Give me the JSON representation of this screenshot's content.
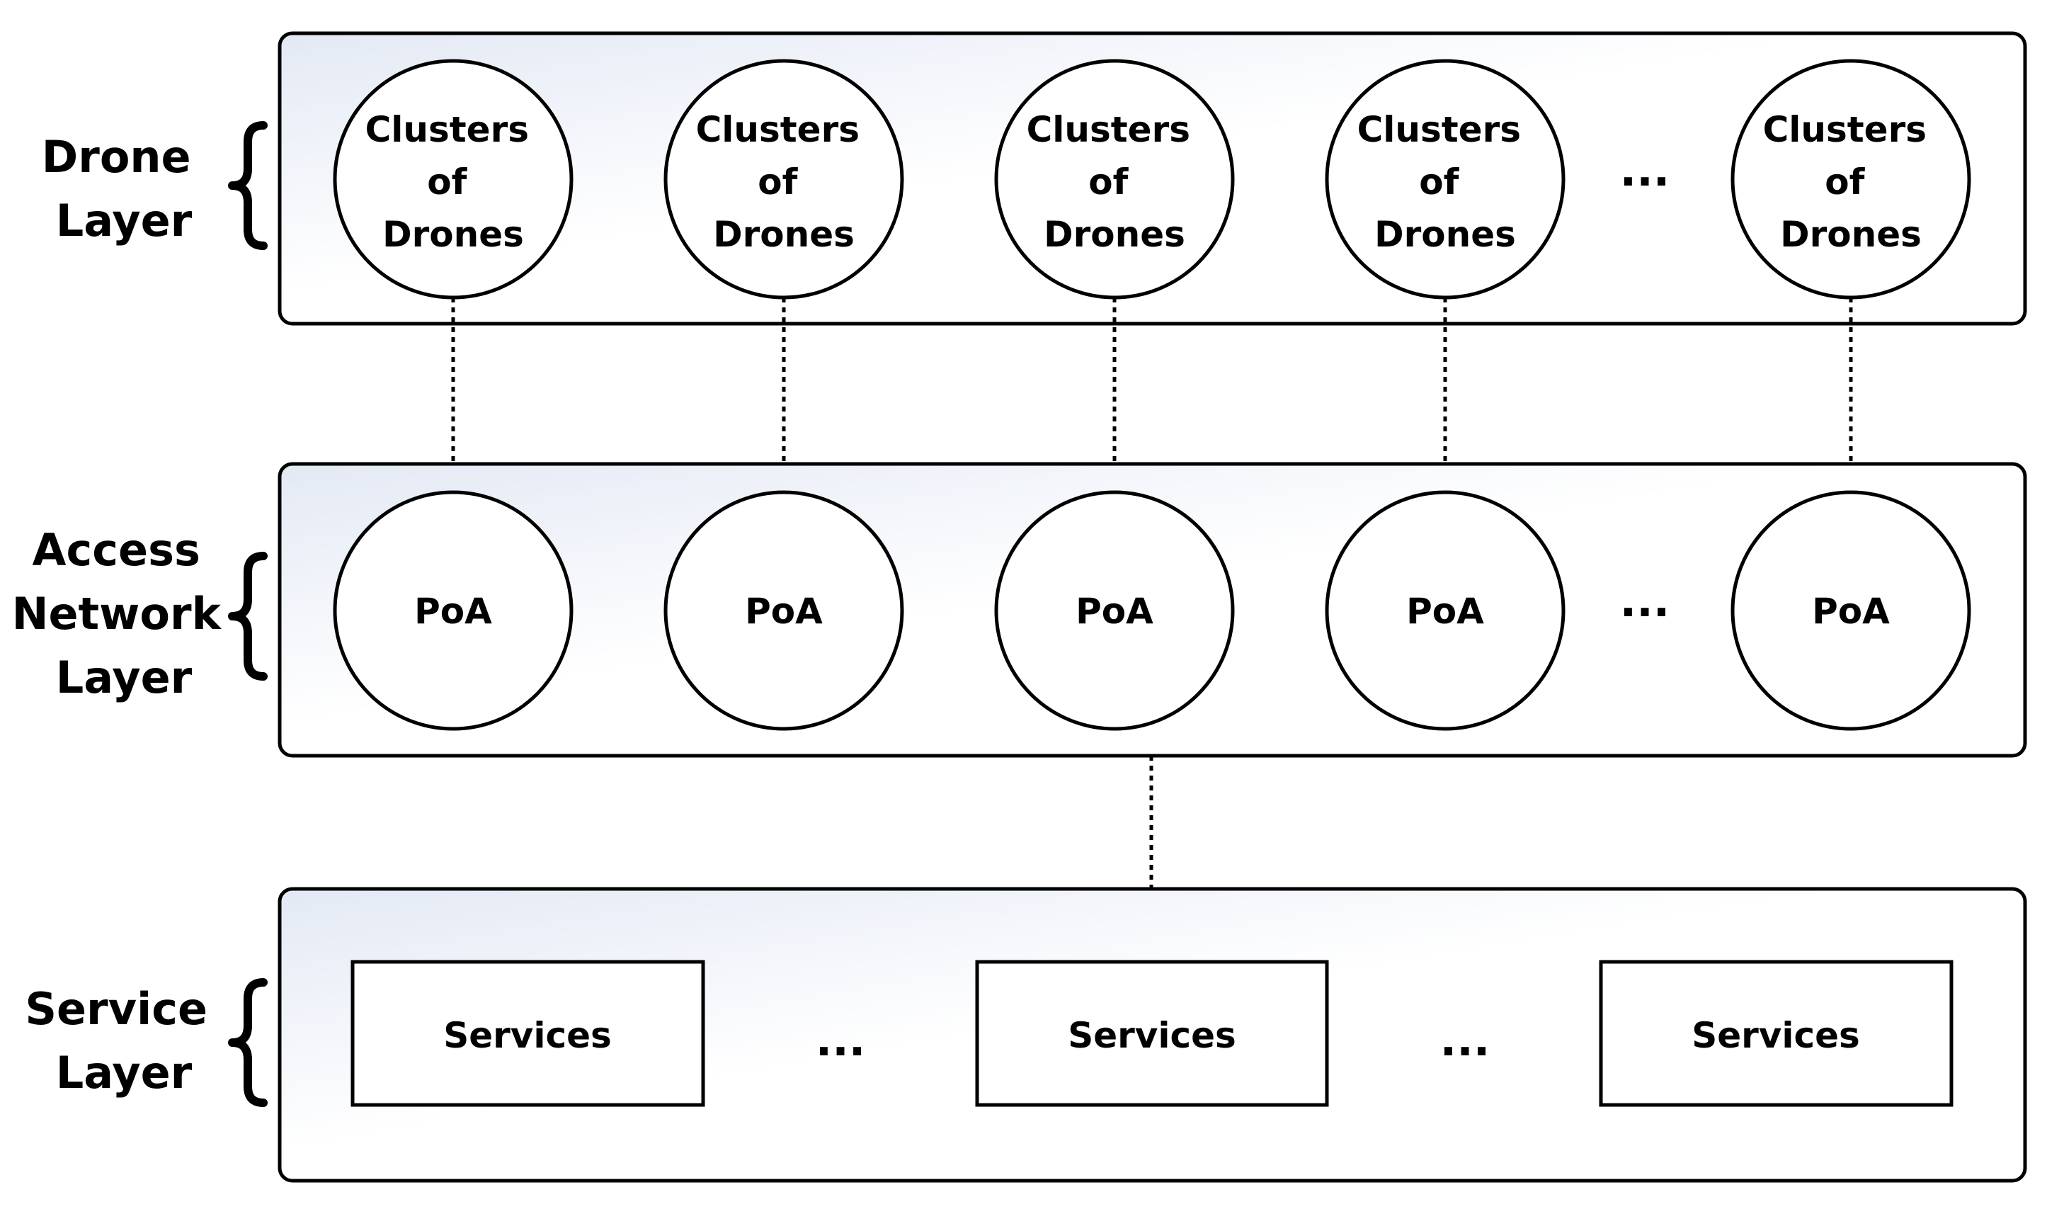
{
  "drone_layer": {
    "label_lines": [
      "Drone",
      "Layer"
    ],
    "clusters": [
      {
        "lines": [
          "Clusters",
          "of",
          "Drones"
        ]
      },
      {
        "lines": [
          "Clusters",
          "of",
          "Drones"
        ]
      },
      {
        "lines": [
          "Clusters",
          "of",
          "Drones"
        ]
      },
      {
        "lines": [
          "Clusters",
          "of",
          "Drones"
        ]
      },
      {
        "lines": [
          "Clusters",
          "of",
          "Drones"
        ]
      }
    ],
    "ellipsis": "..."
  },
  "access_layer": {
    "label_lines": [
      "Access",
      "Network",
      "Layer"
    ],
    "nodes": [
      {
        "label": "PoA"
      },
      {
        "label": "PoA"
      },
      {
        "label": "PoA"
      },
      {
        "label": "PoA"
      },
      {
        "label": "PoA"
      }
    ],
    "ellipsis": "..."
  },
  "service_layer": {
    "label_lines": [
      "Service",
      "Layer"
    ],
    "services": [
      {
        "label": "Services"
      },
      {
        "label": "Services"
      },
      {
        "label": "Services"
      }
    ],
    "ellipses": [
      "...",
      "..."
    ]
  }
}
